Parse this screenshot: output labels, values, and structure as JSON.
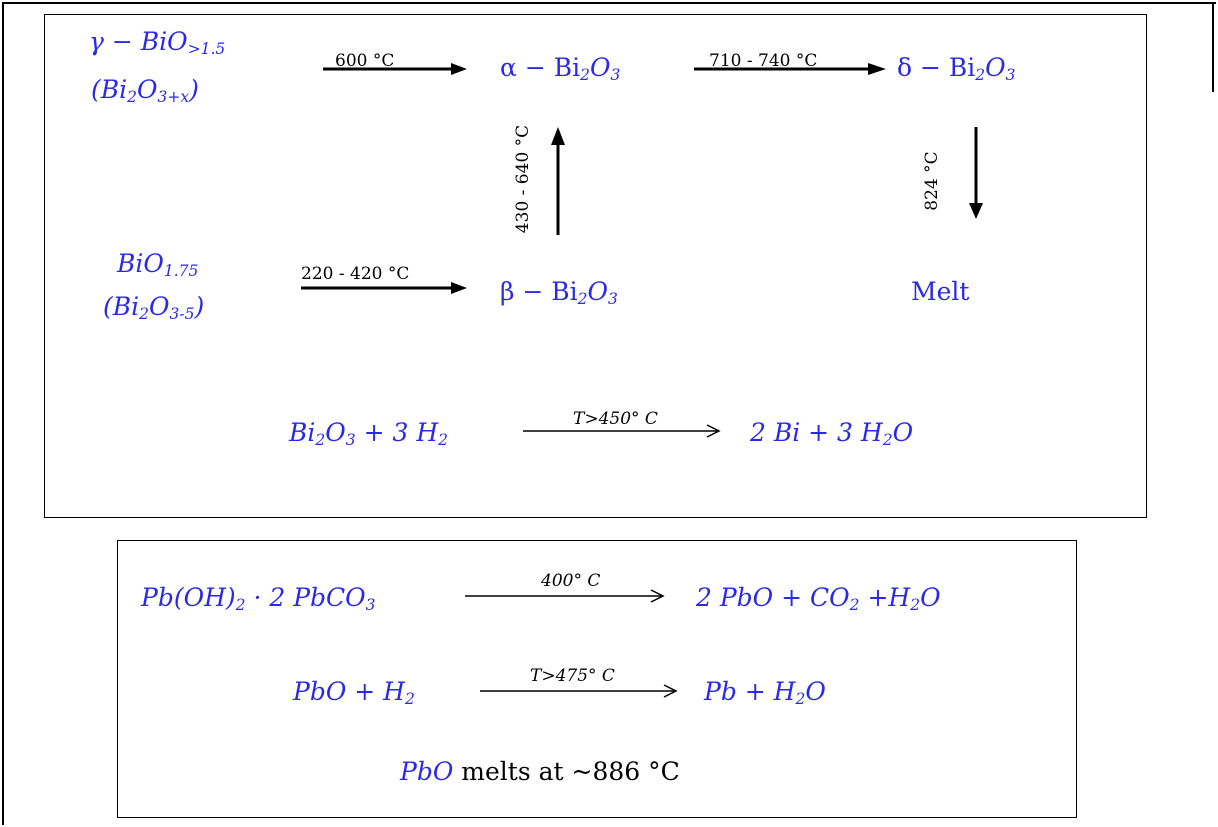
{
  "bi": {
    "gamma": {
      "prefix": "γ − BiO",
      "sub": ">1.5"
    },
    "gamma_alt": {
      "a": "(Bi",
      "s1": "2",
      "b": "O",
      "s2": "3+x",
      "c": ")"
    },
    "arrow1_label": "600 °C",
    "alpha": {
      "prefix": "α − Bi",
      "s1": "2",
      "b": "O",
      "s2": "3"
    },
    "arrow2_label": "710 - 740 °C",
    "delta": {
      "prefix": "δ − Bi",
      "s1": "2",
      "b": "O",
      "s2": "3"
    },
    "arrow_up_label": "430 - 640 °C",
    "arrow_down_label": "824 °C",
    "bio175": {
      "a": "BiO",
      "s1": "1.75"
    },
    "bio175_alt": {
      "a": "(Bi",
      "s1": "2",
      "b": "O",
      "s2": "3-5",
      "c": ")"
    },
    "arrow3_label": "220 - 420 °C",
    "beta": {
      "prefix": "β − Bi",
      "s1": "2",
      "b": "O",
      "s2": "3"
    },
    "melt": "Melt",
    "reduction": {
      "left": {
        "a": "Bi",
        "s1": "2",
        "b": "O",
        "s2": "3",
        "c": " + 3 H",
        "s3": "2"
      },
      "arrow_label": "T>450° C",
      "right": {
        "a": "2 Bi + 3 H",
        "s1": "2",
        "b": "O"
      }
    }
  },
  "pb": {
    "eq1": {
      "left": {
        "a": "Pb(OH)",
        "s1": "2",
        "b": " · 2 PbCO",
        "s2": "3"
      },
      "arrow_label": "400° C",
      "right": {
        "a": "2 PbO + CO",
        "s1": "2",
        "b": " +H",
        "s2": "2",
        "c": "O"
      }
    },
    "eq2": {
      "left": {
        "a": "PbO + H",
        "s1": "2"
      },
      "arrow_label": "T>475° C",
      "right": {
        "a": "Pb + H",
        "s1": "2",
        "b": "O"
      }
    },
    "melts": {
      "formula": "PbO",
      "text": " melts at ~886 °C"
    }
  },
  "colors": {
    "formula": "#2a2ae6",
    "text": "#000000",
    "border": "#000000"
  }
}
